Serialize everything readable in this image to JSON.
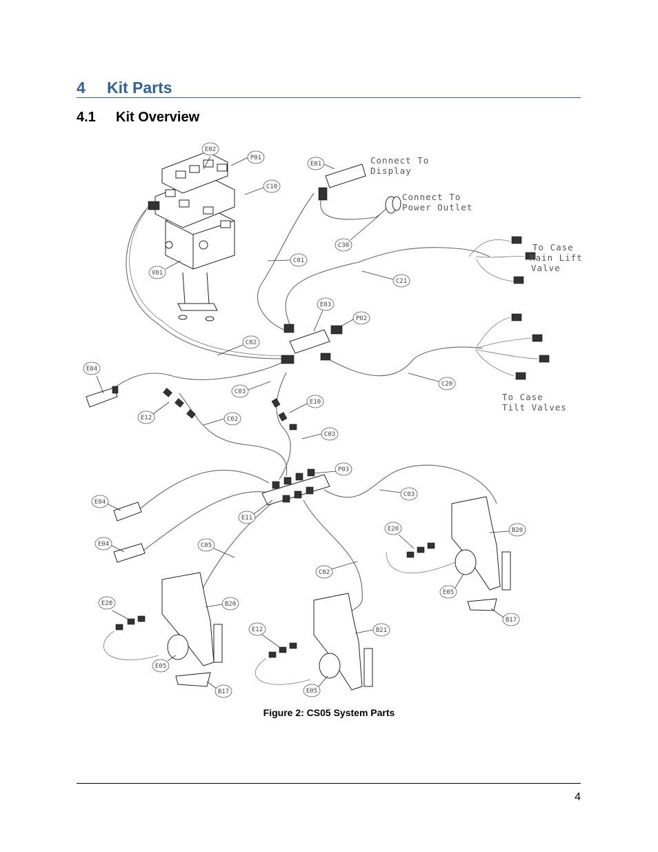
{
  "heading1": {
    "number": "4",
    "title": "Kit Parts"
  },
  "heading2": {
    "number": "4.1",
    "title": "Kit Overview"
  },
  "figure": {
    "caption": "Figure 2: CS05 System Parts",
    "callouts": [
      "E02",
      "P01",
      "E01",
      "C10",
      "C30",
      "C01",
      "V01",
      "C21",
      "E03",
      "P02",
      "C02",
      "C20",
      "E04",
      "C03",
      "E10",
      "E12",
      "C02",
      "C03",
      "P03",
      "C03",
      "E04",
      "E11",
      "E20",
      "B20",
      "E04",
      "C05",
      "C02",
      "E05",
      "B17",
      "E20",
      "B20",
      "E12",
      "B21",
      "E05",
      "B17",
      "E05"
    ],
    "notes": {
      "display": [
        "Connect To",
        "Display"
      ],
      "power": [
        "Connect To",
        "Power Outlet"
      ],
      "main_lift": [
        "To Case",
        "Main Lift",
        "Valve"
      ],
      "tilt": [
        "To Case",
        "Tilt Valves"
      ]
    }
  },
  "page_number": "4",
  "colors": {
    "heading": "#2f6399",
    "rule": "#2f5f8f"
  }
}
